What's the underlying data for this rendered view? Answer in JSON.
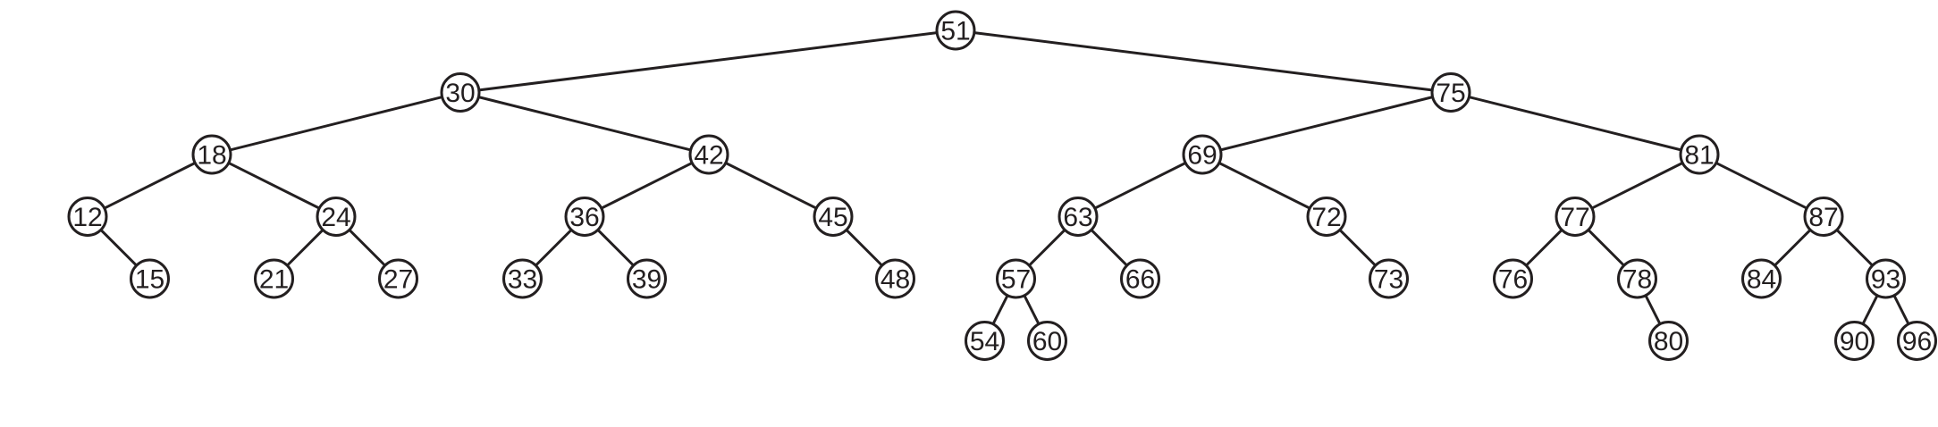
{
  "tree": {
    "root": {
      "value": "51",
      "left": {
        "value": "30",
        "left": {
          "value": "18",
          "left": {
            "value": "12",
            "right": {
              "value": "15"
            }
          },
          "right": {
            "value": "24",
            "left": {
              "value": "21"
            },
            "right": {
              "value": "27"
            }
          }
        },
        "right": {
          "value": "42",
          "left": {
            "value": "36",
            "left": {
              "value": "33"
            },
            "right": {
              "value": "39"
            }
          },
          "right": {
            "value": "45",
            "right": {
              "value": "48"
            }
          }
        }
      },
      "right": {
        "value": "75",
        "left": {
          "value": "69",
          "left": {
            "value": "63",
            "left": {
              "value": "57",
              "left": {
                "value": "54"
              },
              "right": {
                "value": "60"
              }
            },
            "right": {
              "value": "66"
            }
          },
          "right": {
            "value": "72",
            "right": {
              "value": "73"
            }
          }
        },
        "right": {
          "value": "81",
          "left": {
            "value": "77",
            "left": {
              "value": "76"
            },
            "right": {
              "value": "78",
              "right": {
                "value": "80"
              }
            }
          },
          "right": {
            "value": "87",
            "left": {
              "value": "84"
            },
            "right": {
              "value": "93",
              "left": {
                "value": "90"
              },
              "right": {
                "value": "96"
              }
            }
          }
        }
      }
    }
  },
  "colors": {
    "stroke": "#231f20",
    "node_fill": "#ffffff",
    "background": "#ffffff"
  }
}
